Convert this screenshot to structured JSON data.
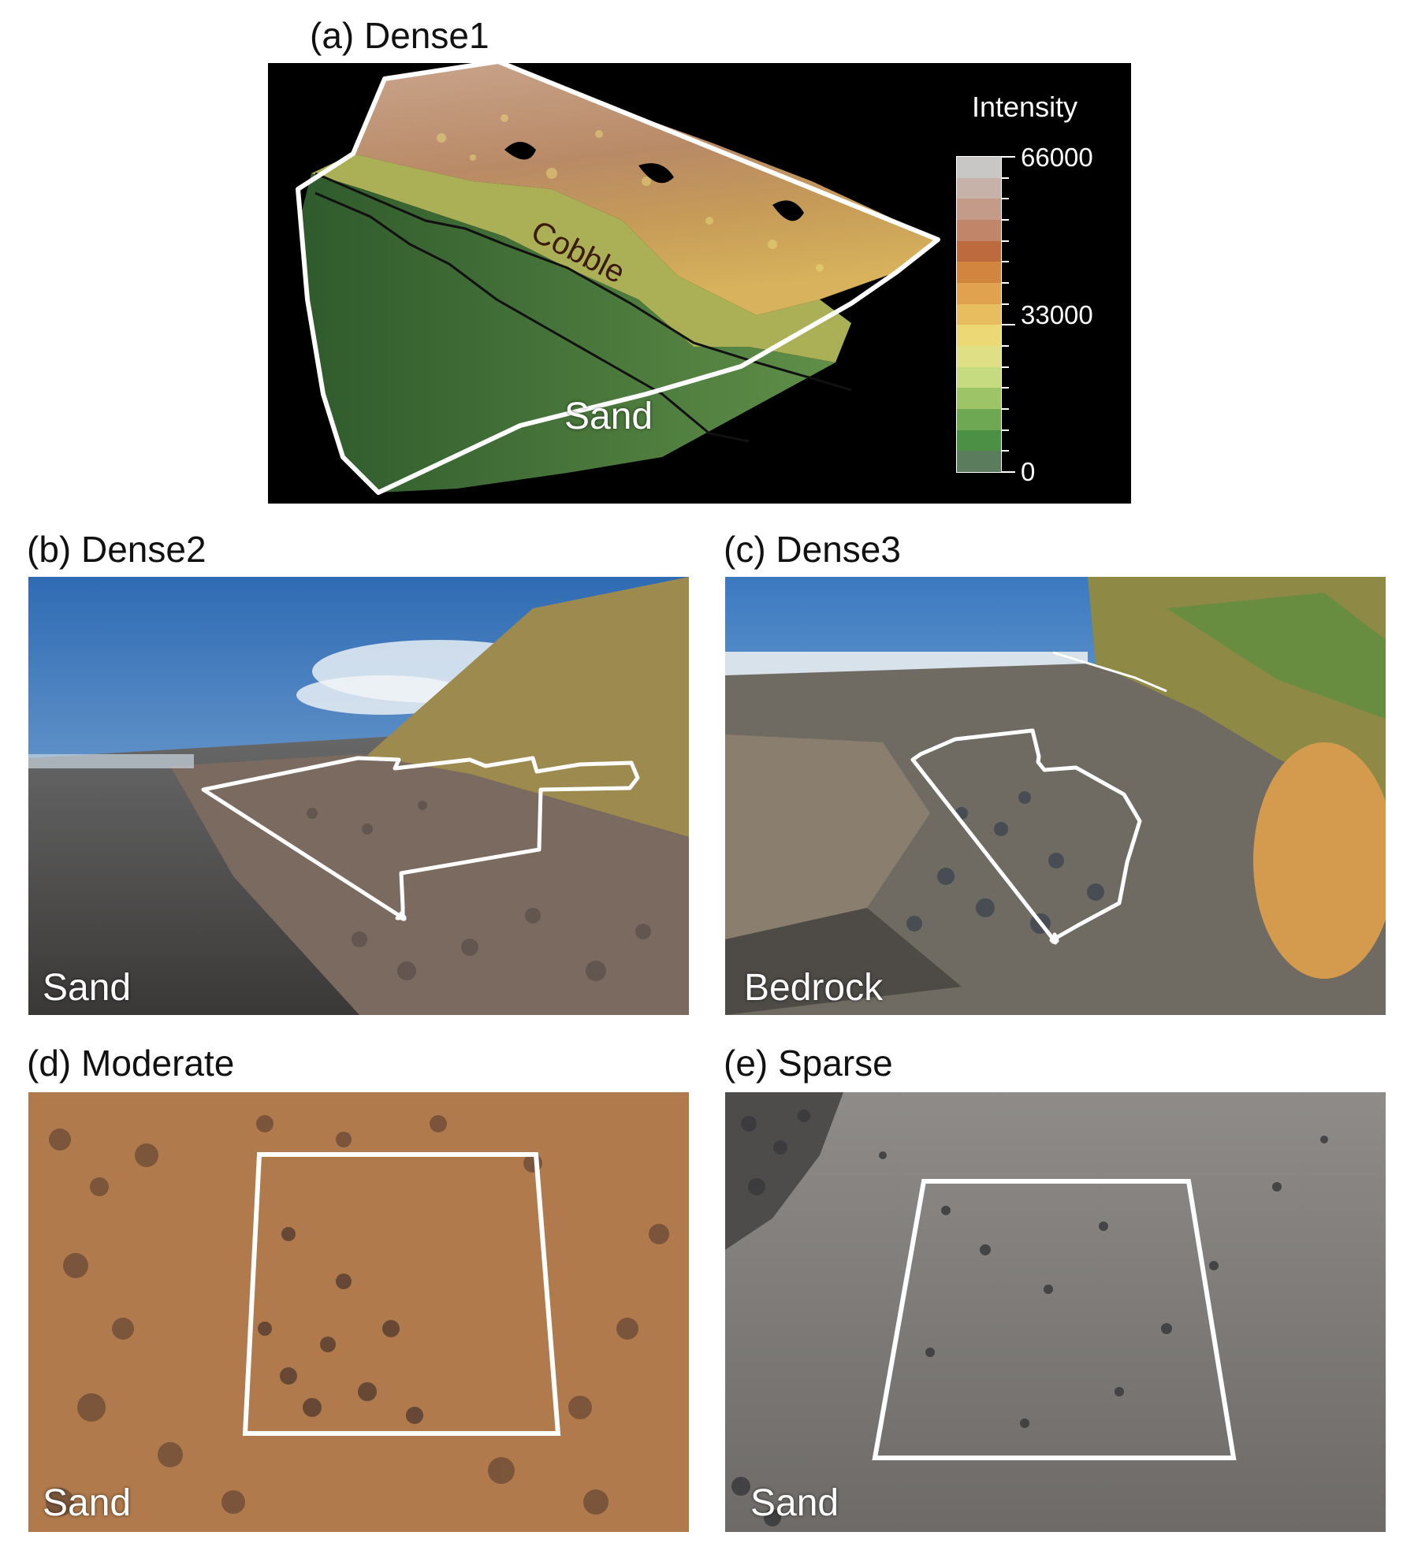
{
  "figure": {
    "panels": [
      {
        "id": "a",
        "title": "(a) Dense1",
        "labels": {
          "upper": "Cobble",
          "lower": "Sand"
        }
      },
      {
        "id": "b",
        "title": "(b) Dense2",
        "labels": {
          "ground": "Sand"
        }
      },
      {
        "id": "c",
        "title": "(c) Dense3",
        "labels": {
          "ground": "Bedrock"
        }
      },
      {
        "id": "d",
        "title": "(d) Moderate",
        "labels": {
          "ground": "Sand"
        }
      },
      {
        "id": "e",
        "title": "(e) Sparse",
        "labels": {
          "ground": "Sand"
        }
      }
    ],
    "colorbar": {
      "title": "Intensity",
      "ticks": [
        "66000",
        "33000",
        "0"
      ],
      "colors": [
        "#c9c6c6",
        "#c7b2aa",
        "#c49b88",
        "#c1866a",
        "#bc6a3e",
        "#d1853f",
        "#e0a24e",
        "#e7bd5f",
        "#ecd874",
        "#dfe085",
        "#c6db80",
        "#9dc567",
        "#6fa852",
        "#4b9044",
        "#5b7c5d"
      ]
    },
    "outline_color": "#ffffff"
  }
}
